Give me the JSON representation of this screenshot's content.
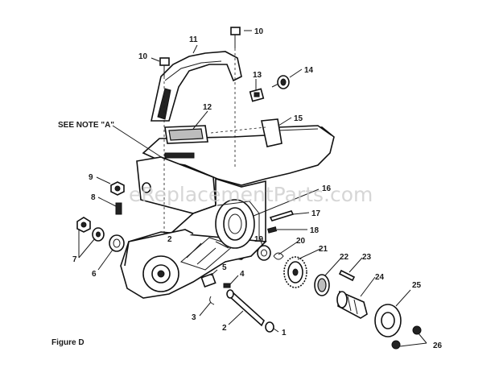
{
  "figure_label": "Figure D",
  "note_label": "SEE NOTE \"A\"",
  "watermark": "eReplacementParts.com",
  "callouts": [
    "1",
    "2",
    "3",
    "4",
    "5",
    "6",
    "7",
    "8",
    "9",
    "10",
    "10",
    "11",
    "12",
    "13",
    "14",
    "15",
    "16",
    "17",
    "18",
    "19",
    "20",
    "21",
    "22",
    "23",
    "24",
    "25",
    "26"
  ]
}
